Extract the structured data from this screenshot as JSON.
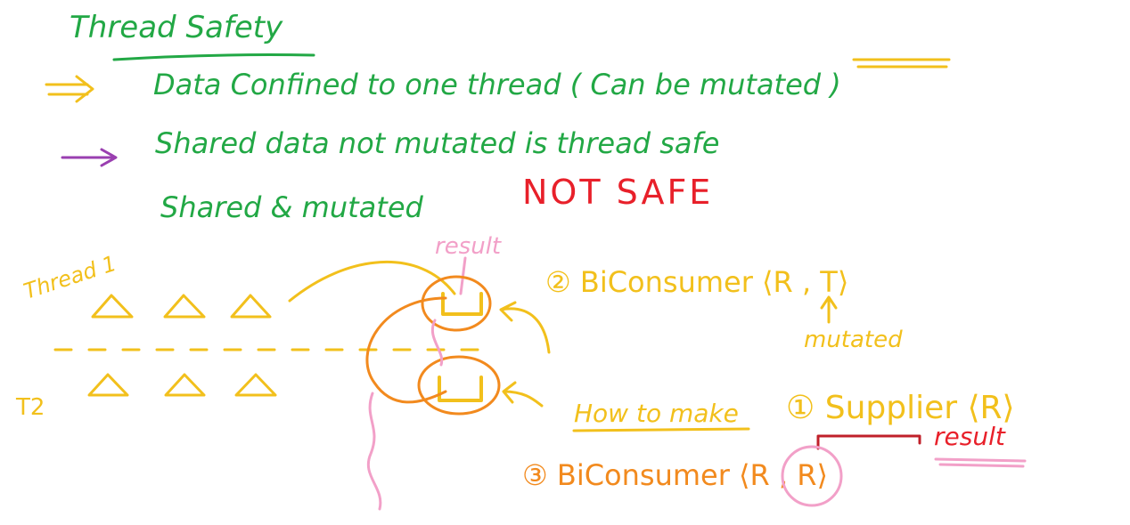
{
  "colors": {
    "green": "#22a845",
    "yellow": "#f2c01c",
    "orange": "#f28a1e",
    "red": "#e8202a",
    "pink": "#f2a0c8",
    "purple": "#9a3fb0",
    "darkred": "#c0202a"
  },
  "title": "Thread Safety",
  "rules": [
    {
      "text": "Data Confined to one thread ( Can be mutated )",
      "highlight": "mutated"
    },
    {
      "text": "Shared data not mutated is thread safe"
    },
    {
      "text": "Shared & mutated",
      "verdict": "NOT SAFE"
    }
  ],
  "threads": {
    "t1_label": "Thread 1",
    "t2_label": "T2"
  },
  "labels": {
    "result_top": "result",
    "result_bottom": "result",
    "mutated_note": "mutated",
    "how_to_make": "How to make",
    "supplier": "① Supplier ⟨R⟩",
    "accumulator": "② BiConsumer ⟨R , T⟩",
    "combiner": "③ BiConsumer ⟨R , R⟩"
  }
}
